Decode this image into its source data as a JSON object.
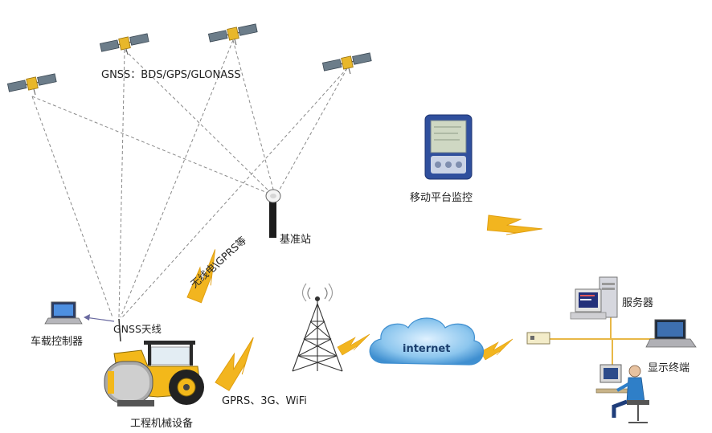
{
  "labels": {
    "gnss": "GNSS：BDS/GPS/GLONASS",
    "base_station": "基准站",
    "mobile_platform": "移动平台监控",
    "radio_link": "无线电\\GPRS等",
    "gnss_antenna": "GNSS天线",
    "vehicle_controller": "车载控制器",
    "machinery": "工程机械设备",
    "wireless": "GPRS、3G、WiFi",
    "internet": "internet",
    "server": "服务器",
    "display_terminal": "显示终端"
  },
  "icons": {
    "satellite": "satellite-icon",
    "base_station": "gnss-antenna-icon",
    "mobile": "pda-icon",
    "tower": "radio-tower-icon",
    "cloud": "cloud-icon",
    "server": "server-icon",
    "laptop": "laptop-icon",
    "operator": "operator-workstation-icon",
    "roller": "road-roller-icon",
    "lightning": "lightning-bolt-icon"
  },
  "colors": {
    "lightning": "#f2b51f",
    "cloud": "#58a6e0",
    "roller": "#f3b81a",
    "dashed_line": "#888888",
    "cable": "#e8b847"
  }
}
